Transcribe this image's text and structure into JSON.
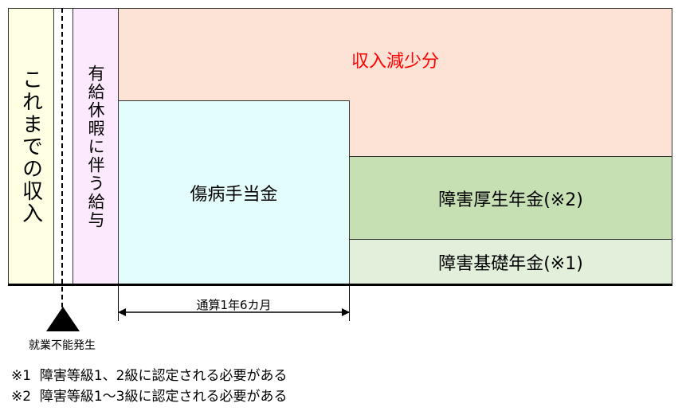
{
  "prior_income": {
    "label": "これまでの収入",
    "color": "#ffffe3"
  },
  "paid_leave": {
    "label": "有給休暇に伴う給与",
    "color": "#fde9fd"
  },
  "income_loss": {
    "label": "収入減少分",
    "color": "#fde3d6",
    "text_color": "#ff0000"
  },
  "sickness_allowance": {
    "label": "傷病手当金",
    "color": "#e3fdfd"
  },
  "employee_pension": {
    "label": "障害厚生年金(※2)",
    "color": "#c6e0b4"
  },
  "basic_pension": {
    "label": "障害基礎年金(※1)",
    "color": "#e2efda"
  },
  "period": {
    "label": "通算1年6カ月"
  },
  "onset": {
    "label": "就業不能発生"
  },
  "notes": [
    "※1  障害等級1、2級に認定される必要がある",
    "※2  障害等級1～3級に認定される必要がある"
  ]
}
